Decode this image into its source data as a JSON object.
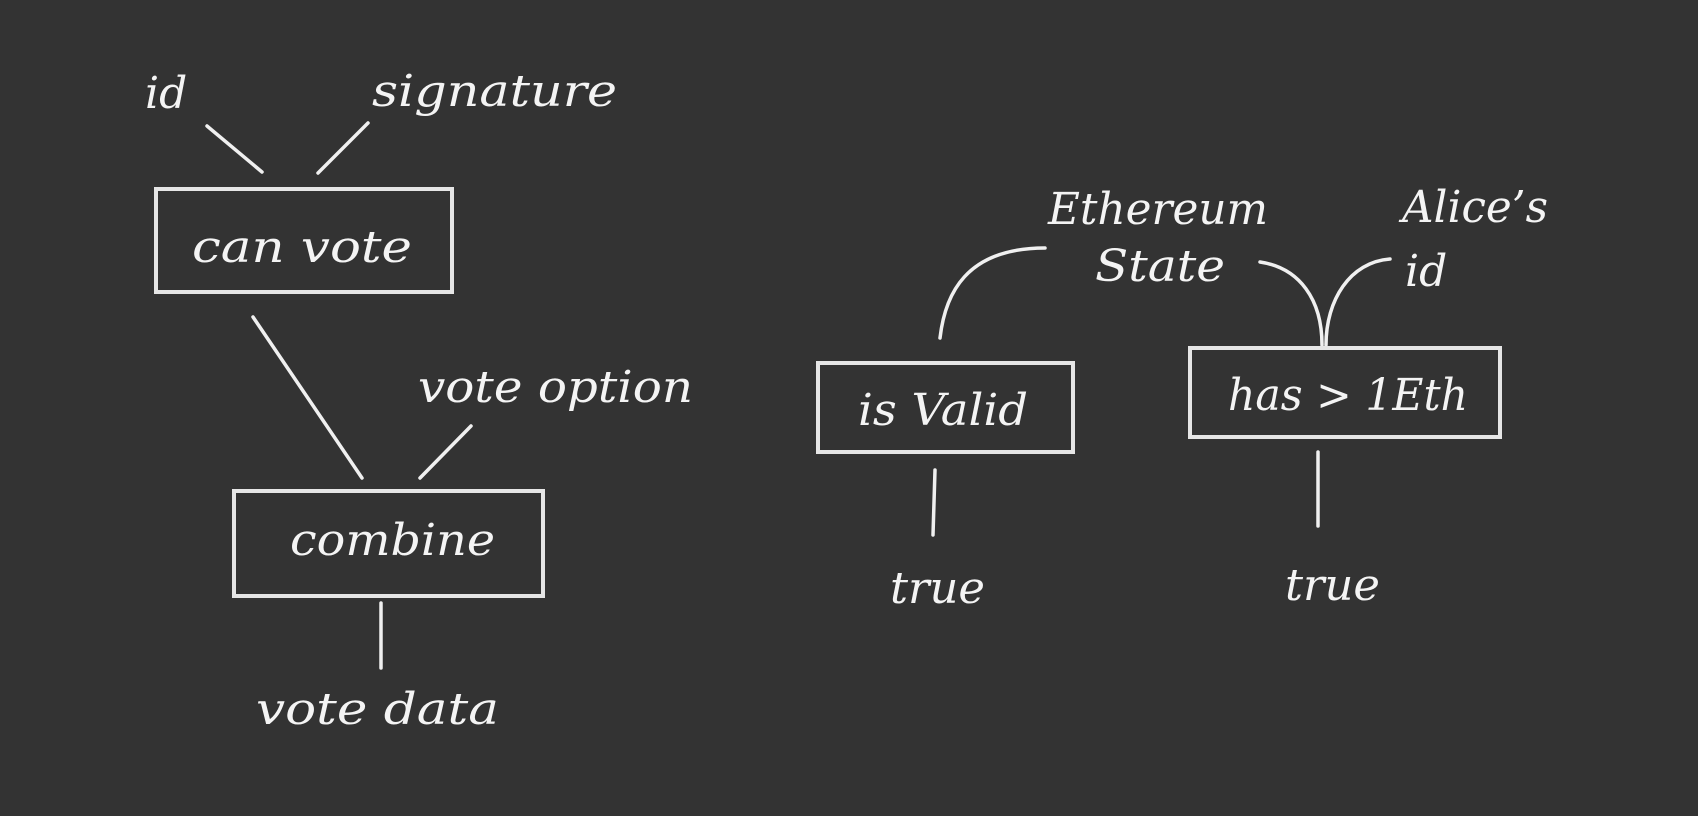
{
  "colors": {
    "background": "#333333",
    "chalk": "#f4f4f4"
  },
  "left_diagram": {
    "inputs": {
      "id": "id",
      "signature": "signature",
      "vote_option": "vote option"
    },
    "nodes": {
      "can_vote": "can vote",
      "combine": "combine"
    },
    "output": "vote data"
  },
  "right_diagram": {
    "inputs": {
      "ethereum_state_line1": "Ethereum",
      "ethereum_state_line2": "State",
      "alice_id_line1": "Alice’s",
      "alice_id_line2": "id"
    },
    "nodes": {
      "is_valid": "is Valid",
      "has_eth": "has > 1Eth"
    },
    "outputs": {
      "is_valid_result": "true",
      "has_eth_result": "true"
    }
  }
}
